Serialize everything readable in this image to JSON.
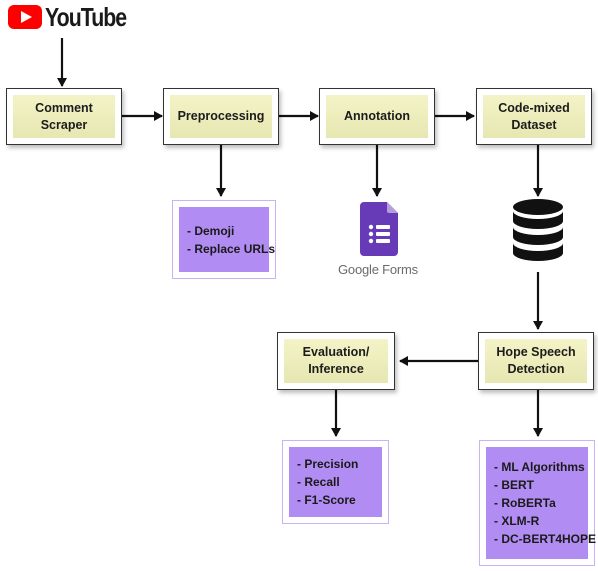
{
  "logo": {
    "name": "YouTube",
    "icon": "youtube-play-icon",
    "color": "#ff0000"
  },
  "nodes": {
    "comment_scraper": "Comment Scraper",
    "preprocessing": "Preprocessing",
    "annotation": "Annotation",
    "dataset": "Code-mixed\nDataset",
    "hope_speech": "Hope Speech\nDetection",
    "evaluation": "Evaluation/\nInference"
  },
  "preprocessing_steps": [
    "- Demoji",
    "- Replace URLs"
  ],
  "annotation_tool": {
    "label": "Google Forms",
    "icon": "google-forms-icon",
    "color": "#673ab7"
  },
  "dataset_icon": "database-icon",
  "evaluation_metrics": [
    "- Precision",
    "- Recall",
    "- F1-Score"
  ],
  "models": [
    "- ML Algorithms",
    "- BERT",
    "- RoBERTa",
    "- XLM-R",
    "- DC-BERT4HOPE"
  ],
  "colors": {
    "box_fill": "#ecebba",
    "list_fill": "#b18cf2",
    "list_border": "#c9b3f5"
  }
}
